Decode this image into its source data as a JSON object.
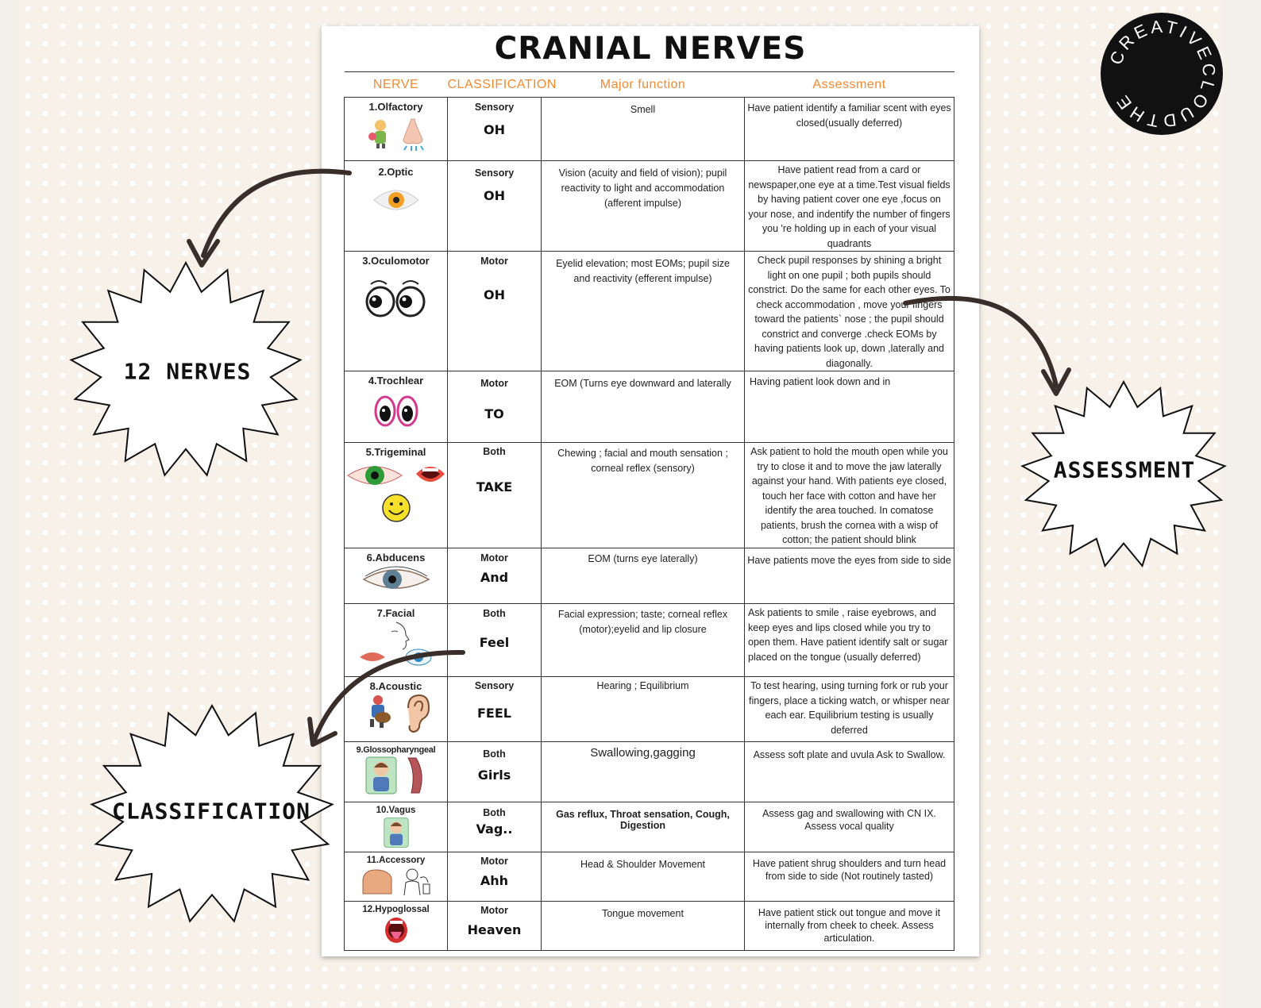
{
  "title": "CRANIAL NERVES",
  "headers": {
    "nerve": "NERVE",
    "classification": "CLASSIFICATION",
    "function": "Major function",
    "assessment": "Assessment"
  },
  "rows": [
    {
      "nerve": "1.Olfactory",
      "classification": "Sensory",
      "mnemonic": "OH",
      "function": "Smell",
      "assessment": "Have patient identify a familiar scent with eyes closed(usually deferred)"
    },
    {
      "nerve": "2.Optic",
      "classification": "Sensory",
      "mnemonic": "OH",
      "function": "Vision (acuity and field of vision); pupil reactivity to light and accommodation (afferent impulse)",
      "assessment": "Have patient read from a card or newspaper,one eye at a time.Test visual fields by having patient cover one eye ,focus on your nose, and indentify the number of fingers you 're holding up in each of your visual quadrants"
    },
    {
      "nerve": "3.Oculomotor",
      "classification": "Motor",
      "mnemonic": "OH",
      "function": "Eyelid elevation; most EOMs; pupil size and reactivity (efferent impulse)",
      "assessment": "Check pupil responses by shining a bright light on one pupil ; both pupils should constrict. Do the same for each other eyes. To check accommodation , move your fingers toward the patients` nose ; the pupil should constrict and converge .check EOMs by having patients look up, down ,laterally and diagonally."
    },
    {
      "nerve": "4.Trochlear",
      "classification": "Motor",
      "mnemonic": "TO",
      "function": "EOM (Turns  eye downward and laterally",
      "assessment": "Having patient look down and in"
    },
    {
      "nerve": "5.Trigeminal",
      "classification": "Both",
      "mnemonic": "TAKE",
      "function": "Chewing ; facial and mouth sensation ; corneal reflex (sensory)",
      "assessment": "Ask patient to hold the mouth open while you try to close it and to move the jaw laterally against your hand. With patients eye closed, touch her face with cotton and have her identify the area touched. In comatose patients, brush the cornea with a wisp of cotton; the patient should blink"
    },
    {
      "nerve": "6.Abducens",
      "classification": "Motor",
      "mnemonic": "And",
      "function": "EOM (turns eye laterally)",
      "assessment": "Have patients move the eyes from side to side"
    },
    {
      "nerve": "7.Facial",
      "classification": "Both",
      "mnemonic": "Feel",
      "function": "Facial expression; taste; corneal reflex (motor);eyelid and lip closure",
      "assessment": "Ask patients to smile , raise eyebrows, and keep eyes and lips closed while you try to open them. Have patient identify salt or sugar placed on the tongue (usually deferred)"
    },
    {
      "nerve": "8.Acoustic",
      "classification": "Sensory",
      "mnemonic": "FEEL",
      "function": "Hearing ; Equilibrium",
      "assessment": "To test hearing, using turning fork or rub your fingers, place a ticking watch, or whisper near each ear. Equilibrium testing is usually deferred"
    },
    {
      "nerve": "9.Glossopharyngeal",
      "classification": "Both",
      "mnemonic": "Girls",
      "function": "Swallowing,gagging",
      "assessment": "Assess soft plate and uvula Ask to Swallow."
    },
    {
      "nerve": "10.Vagus",
      "classification": "Both",
      "mnemonic": "Vag..",
      "function": "Gas reflux, Throat sensation, Cough, Digestion",
      "assessment": "Assess gag and swallowing with CN IX. Assess vocal quality"
    },
    {
      "nerve": "11.Accessory",
      "classification": "Motor",
      "mnemonic": "Ahh",
      "function": "Head & Shoulder Movement",
      "assessment": "Have patient shrug shoulders and turn head from side to side (Not routinely tasted)"
    },
    {
      "nerve": "12.Hypoglossal",
      "classification": "Motor",
      "mnemonic": "Heaven",
      "function": "Tongue movement",
      "assessment": "Have patient stick out tongue and move it internally from cheek to cheek. Assess articulation."
    }
  ],
  "callouts": {
    "nerves": "12 NERVES",
    "assessment": "ASSESSMENT",
    "classification": "CLASSIFICATION"
  },
  "logo": {
    "text": "CREATIVECLOUDTHE"
  },
  "colors": {
    "header_orange": "#f28a2e",
    "background": "#f7f1ea",
    "badge": "#111111"
  }
}
